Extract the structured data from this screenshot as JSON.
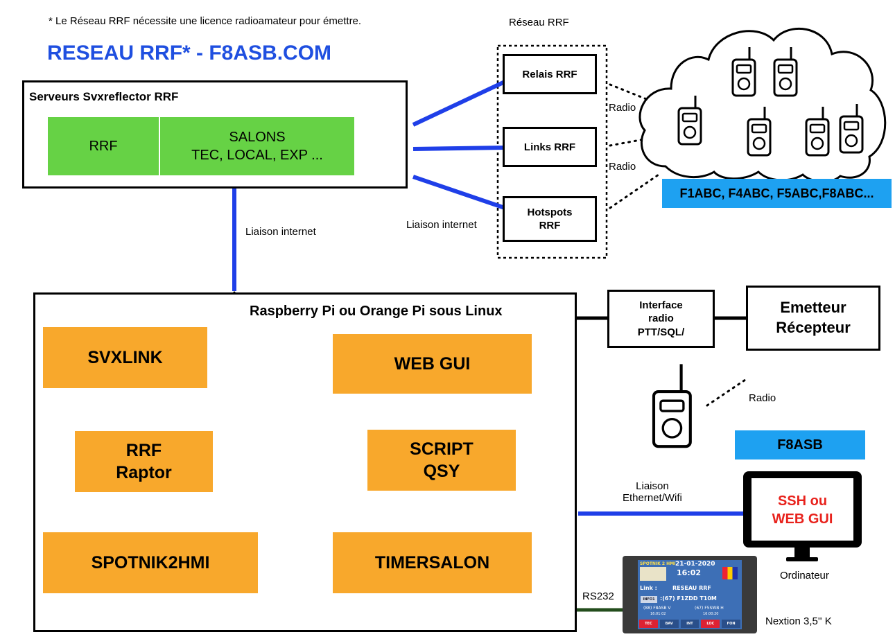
{
  "header": {
    "note": "* Le Réseau RRF nécessite une licence radioamateur pour émettre.",
    "title": "RESEAU RRF*  - F8ASB.COM"
  },
  "servers": {
    "title": "Serveurs Svxreflector RRF",
    "rrf_label": "RRF",
    "salons_label": "SALONS\nTEC, LOCAL, EXP ..."
  },
  "network": {
    "title": "Réseau RRF",
    "relais": "Relais RRF",
    "links": "Links RRF",
    "hotspots": "Hotspots\nRRF"
  },
  "cloud": {
    "callsigns": "F1ABC, F4ABC, F5ABC,F8ABC..."
  },
  "labels": {
    "radio": "Radio",
    "liaison_internet": "Liaison internet",
    "liaison_ethernet": "Liaison\nEthernet/Wifi",
    "rs232": "RS232",
    "ordinateur": "Ordinateur",
    "nextion": "Nextion 3,5'' K"
  },
  "pi": {
    "title": "Raspberry Pi ou Orange Pi sous Linux",
    "svxlink": "SVXLINK",
    "webgui": "WEB GUI",
    "raptor": "RRF\nRaptor",
    "script": "SCRIPT\nQSY",
    "spotnik": "SPOTNIK2HMI",
    "timersalon": "TIMERSALON"
  },
  "radio_side": {
    "interface": "Interface\nradio\nPTT/SQL/",
    "emetteur": "Emetteur\nRécepteur",
    "station": "F8ASB",
    "monitor": "SSH ou\nWEB GUI"
  },
  "nextion_screen": {
    "brand": "SPOTNIK 2 HMI",
    "date": "21-01-2020",
    "time": "16:02",
    "link_label": "Link :",
    "link_value": "RESEAU RRF",
    "info": "INFO1",
    "count_call": ":(67) F1ZDD T10M",
    "row1_left": "(88) F8ASB V",
    "row1_right": "(67) F5SWB H",
    "row2_left": "16:01:02",
    "row2_right": "16:00:20",
    "buttons": [
      "TEC",
      "BAV",
      "INT",
      "LOC",
      "FON"
    ]
  },
  "colors": {
    "title_blue": "#1f4fe0",
    "green": "#66d245",
    "orange": "#f8a82c",
    "light_blue": "#1ea1f1",
    "link_blue": "#1f3fe8",
    "rs232_green": "#234d1c",
    "red_text": "#e8221c"
  }
}
